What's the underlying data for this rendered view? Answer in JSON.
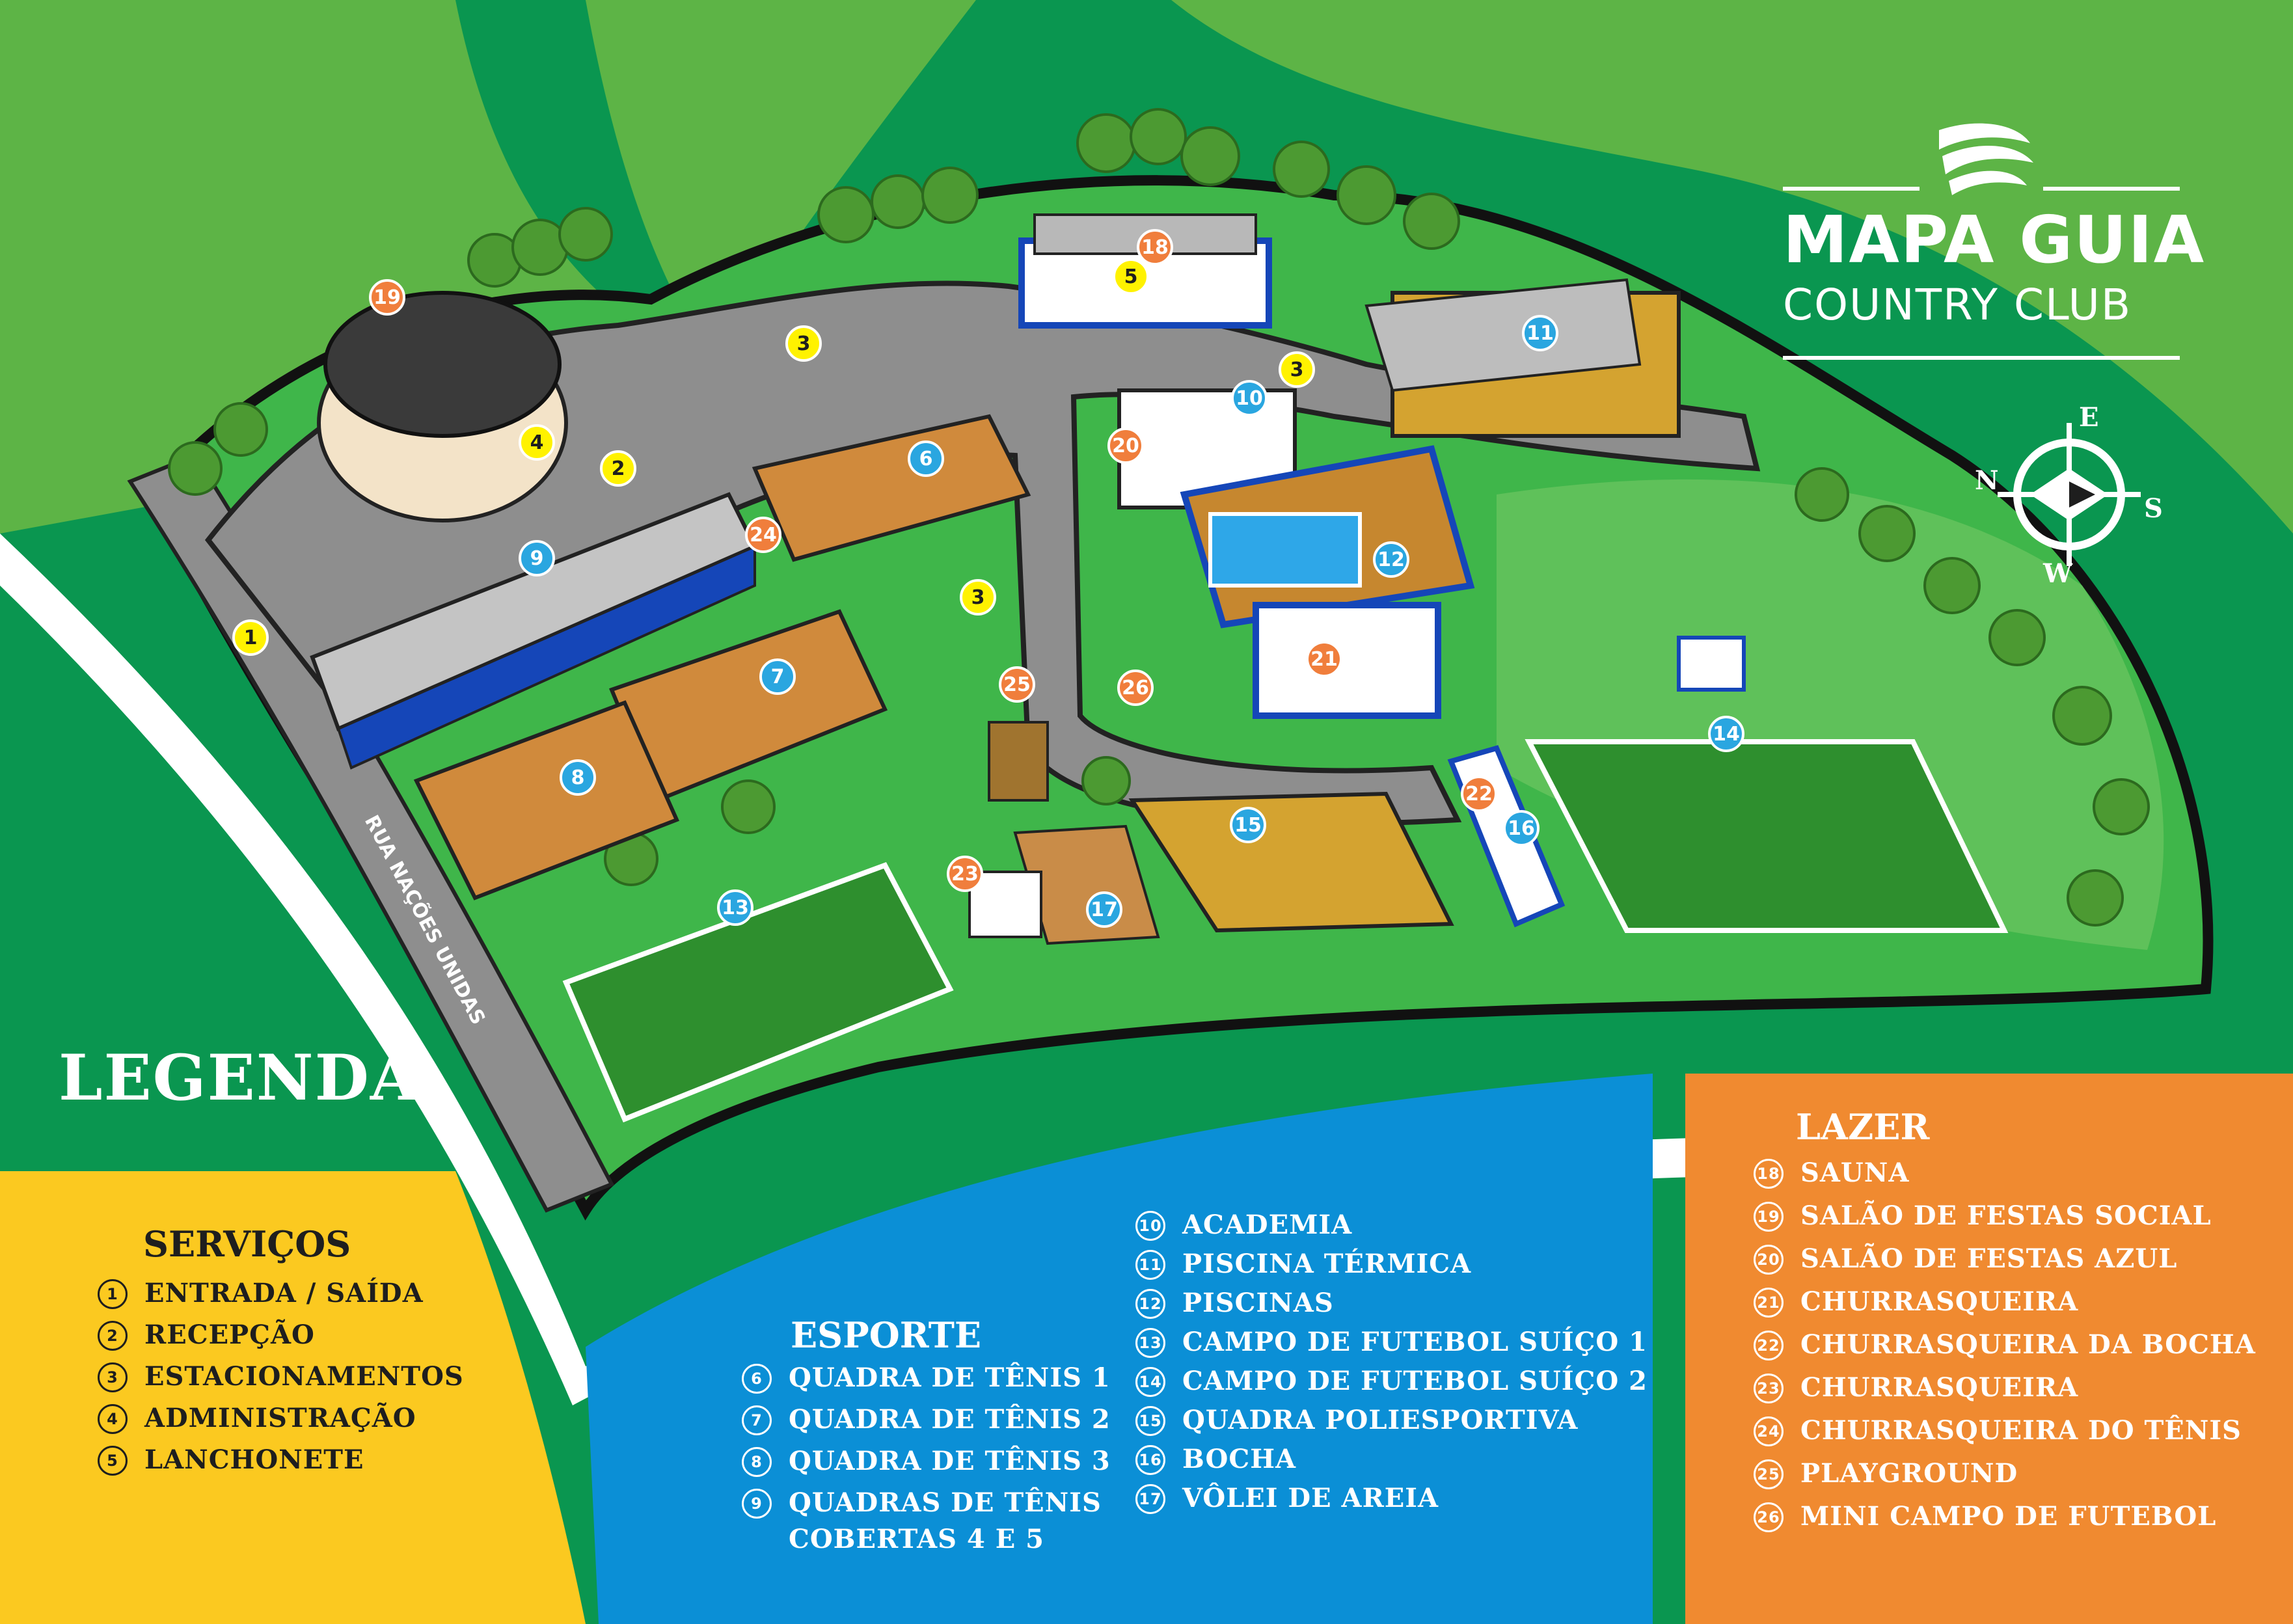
{
  "title": {
    "line1": "MAPA GUIA",
    "line2": "COUNTRY CLUB"
  },
  "compass": {
    "n": "N",
    "s": "S",
    "e": "E",
    "w": "W"
  },
  "street_label": "RUA NAÇÕES UNIDAS",
  "legend_heading": "LEGENDA",
  "categories": {
    "servicos": {
      "heading": "SERVIÇOS",
      "color": "#fbc920",
      "items": [
        {
          "num": "1",
          "label": "ENTRADA / SAÍDA"
        },
        {
          "num": "2",
          "label": "RECEPÇÃO"
        },
        {
          "num": "3",
          "label": "ESTACIONAMENTOS"
        },
        {
          "num": "4",
          "label": "ADMINISTRAÇÃO"
        },
        {
          "num": "5",
          "label": "LANCHONETE"
        }
      ]
    },
    "esporte": {
      "heading": "ESPORTE",
      "color": "#0b8fd6",
      "items_a": [
        {
          "num": "6",
          "label": "QUADRA DE TÊNIS 1"
        },
        {
          "num": "7",
          "label": "QUADRA DE TÊNIS 2"
        },
        {
          "num": "8",
          "label": "QUADRA DE TÊNIS 3"
        },
        {
          "num": "9",
          "label": "QUADRAS DE TÊNIS",
          "label2": "COBERTAS 4 E 5"
        }
      ],
      "items_b": [
        {
          "num": "10",
          "label": "ACADEMIA"
        },
        {
          "num": "11",
          "label": "PISCINA TÉRMICA"
        },
        {
          "num": "12",
          "label": "PISCINAS"
        },
        {
          "num": "13",
          "label": "CAMPO DE FUTEBOL SUÍÇO 1"
        },
        {
          "num": "14",
          "label": "CAMPO DE FUTEBOL SUÍÇO 2"
        },
        {
          "num": "15",
          "label": "QUADRA POLIESPORTIVA"
        },
        {
          "num": "16",
          "label": "BOCHA"
        },
        {
          "num": "17",
          "label": "VÔLEI DE AREIA"
        }
      ]
    },
    "lazer": {
      "heading": "LAZER",
      "color": "#f08a30",
      "items": [
        {
          "num": "18",
          "label": "SAUNA"
        },
        {
          "num": "19",
          "label": "SALÃO DE FESTAS SOCIAL"
        },
        {
          "num": "20",
          "label": "SALÃO DE FESTAS AZUL"
        },
        {
          "num": "21",
          "label": "CHURRASQUEIRA"
        },
        {
          "num": "22",
          "label": "CHURRASQUEIRA DA BOCHA"
        },
        {
          "num": "23",
          "label": "CHURRASQUEIRA"
        },
        {
          "num": "24",
          "label": "CHURRASQUEIRA DO TÊNIS"
        },
        {
          "num": "25",
          "label": "PLAYGROUND"
        },
        {
          "num": "26",
          "label": "MINI CAMPO DE FUTEBOL"
        }
      ]
    }
  },
  "colors": {
    "grass_dark": "#0a9650",
    "grass_light": "#5db446",
    "ground": "#3fb64a",
    "road": "#8e8e8e",
    "court_clay": "#d08a3c",
    "field_green": "#2e8f2e",
    "blue_wall": "#1546b8",
    "servicos_marker": "#fff200",
    "esporte_marker": "#2aa6e0",
    "lazer_marker": "#f07e3c"
  },
  "markers": [
    {
      "num": "1",
      "cat": "servicos"
    },
    {
      "num": "2",
      "cat": "servicos"
    },
    {
      "num": "3",
      "cat": "servicos"
    },
    {
      "num": "3",
      "cat": "servicos"
    },
    {
      "num": "3",
      "cat": "servicos"
    },
    {
      "num": "4",
      "cat": "servicos"
    },
    {
      "num": "5",
      "cat": "servicos"
    },
    {
      "num": "6",
      "cat": "esporte"
    },
    {
      "num": "7",
      "cat": "esporte"
    },
    {
      "num": "8",
      "cat": "esporte"
    },
    {
      "num": "9",
      "cat": "esporte"
    },
    {
      "num": "10",
      "cat": "esporte"
    },
    {
      "num": "11",
      "cat": "esporte"
    },
    {
      "num": "12",
      "cat": "esporte"
    },
    {
      "num": "13",
      "cat": "esporte"
    },
    {
      "num": "14",
      "cat": "esporte"
    },
    {
      "num": "15",
      "cat": "esporte"
    },
    {
      "num": "16",
      "cat": "esporte"
    },
    {
      "num": "17",
      "cat": "esporte"
    },
    {
      "num": "18",
      "cat": "lazer"
    },
    {
      "num": "19",
      "cat": "lazer"
    },
    {
      "num": "20",
      "cat": "lazer"
    },
    {
      "num": "21",
      "cat": "lazer"
    },
    {
      "num": "22",
      "cat": "lazer"
    },
    {
      "num": "23",
      "cat": "lazer"
    },
    {
      "num": "24",
      "cat": "lazer"
    },
    {
      "num": "25",
      "cat": "lazer"
    },
    {
      "num": "26",
      "cat": "lazer"
    }
  ]
}
